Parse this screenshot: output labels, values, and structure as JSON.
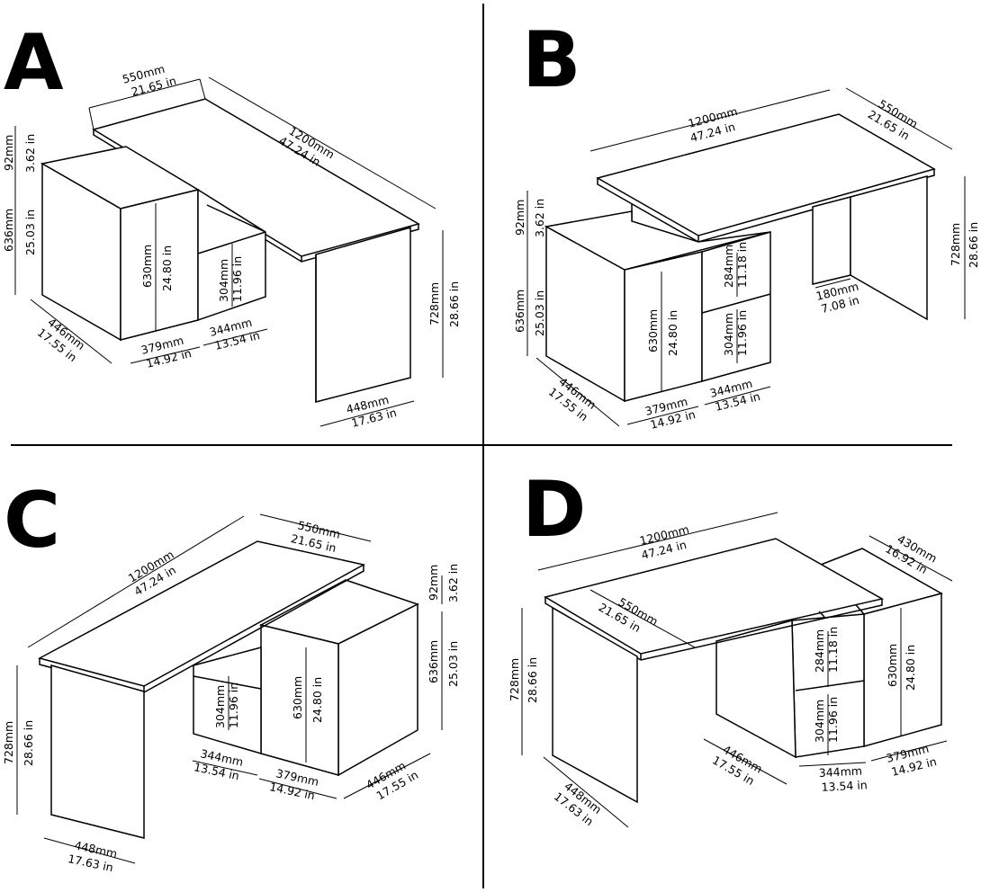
{
  "quadrants": {
    "A": {
      "letter": "A",
      "labels": {
        "top_depth": [
          "550mm",
          "21.65 in"
        ],
        "top_length": [
          "1200mm",
          "47.24 in"
        ],
        "top_thick": [
          "92mm",
          "3.62 in"
        ],
        "cab_height": [
          "636mm",
          "25.03 in"
        ],
        "door_height": [
          "630mm",
          "24.80 in"
        ],
        "shelf_height": [
          "304mm",
          "11.96 in"
        ],
        "desk_height": [
          "728mm",
          "28.66 in"
        ],
        "cab_depth": [
          "446mm",
          "17.55 in"
        ],
        "door_width": [
          "379mm",
          "14.92 in"
        ],
        "shelf_width": [
          "344mm",
          "13.54 in"
        ],
        "leg_depth": [
          "448mm",
          "17.63 in"
        ]
      }
    },
    "B": {
      "letter": "B",
      "labels": {
        "top_length": [
          "1200mm",
          "47.24 in"
        ],
        "top_depth": [
          "550mm",
          "21.65 in"
        ],
        "top_thick": [
          "92mm",
          "3.62 in"
        ],
        "cab_height": [
          "636mm",
          "25.03 in"
        ],
        "door_height": [
          "630mm",
          "24.80 in"
        ],
        "upper_shelf": [
          "284mm",
          "11.18 in"
        ],
        "lower_shelf": [
          "304mm",
          "11.96 in"
        ],
        "desk_height": [
          "728mm",
          "28.66 in"
        ],
        "leg_depth": [
          "180mm",
          "7.08 in"
        ],
        "cab_depth": [
          "446mm",
          "17.55 in"
        ],
        "door_width": [
          "379mm",
          "14.92 in"
        ],
        "shelf_width": [
          "344mm",
          "13.54 in"
        ]
      }
    },
    "C": {
      "letter": "C",
      "labels": {
        "top_length": [
          "1200mm",
          "47.24 in"
        ],
        "top_depth": [
          "550mm",
          "21.65 in"
        ],
        "top_thick": [
          "92mm",
          "3.62 in"
        ],
        "cab_height": [
          "636mm",
          "25.03 in"
        ],
        "door_height": [
          "630mm",
          "24.80 in"
        ],
        "shelf_height": [
          "304mm",
          "11.96 in"
        ],
        "desk_height": [
          "728mm",
          "28.66 in"
        ],
        "shelf_width": [
          "344mm",
          "13.54 in"
        ],
        "door_width": [
          "379mm",
          "14.92 in"
        ],
        "cab_depth": [
          "446mm",
          "17.55 in"
        ],
        "leg_depth": [
          "448mm",
          "17.63 in"
        ]
      }
    },
    "D": {
      "letter": "D",
      "labels": {
        "top_length": [
          "1200mm",
          "47.24 in"
        ],
        "top_depth": [
          "550mm",
          "21.65 in"
        ],
        "cab_depth2": [
          "430mm",
          "16.92 in"
        ],
        "desk_height": [
          "728mm",
          "28.66 in"
        ],
        "upper_shelf": [
          "284mm",
          "11.18 in"
        ],
        "lower_shelf": [
          "304mm",
          "11.96 in"
        ],
        "door_height": [
          "630mm",
          "24.80 in"
        ],
        "cab_depth": [
          "446mm",
          "17.55 in"
        ],
        "shelf_width": [
          "344mm",
          "13.54 in"
        ],
        "door_width": [
          "379mm",
          "14.92 in"
        ],
        "leg_depth": [
          "448mm",
          "17.63 in"
        ]
      }
    }
  }
}
